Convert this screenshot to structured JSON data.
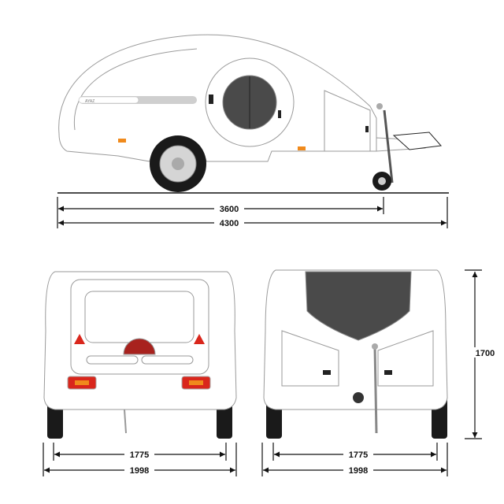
{
  "brand_label": "AYAZ",
  "side_view": {
    "wheelbase_dim": "3600",
    "length_dim": "4300"
  },
  "rear_view": {
    "track_dim": "1775",
    "width_dim": "1998"
  },
  "front_view": {
    "track_dim": "1775",
    "width_dim": "1998",
    "height_dim": "1700"
  },
  "colors": {
    "lamp_amber": "#f08a1c",
    "tail_light": "#d9261c",
    "window": "#4a4a4a",
    "tire": "#1a1a1a",
    "badge": "#a8221e"
  }
}
